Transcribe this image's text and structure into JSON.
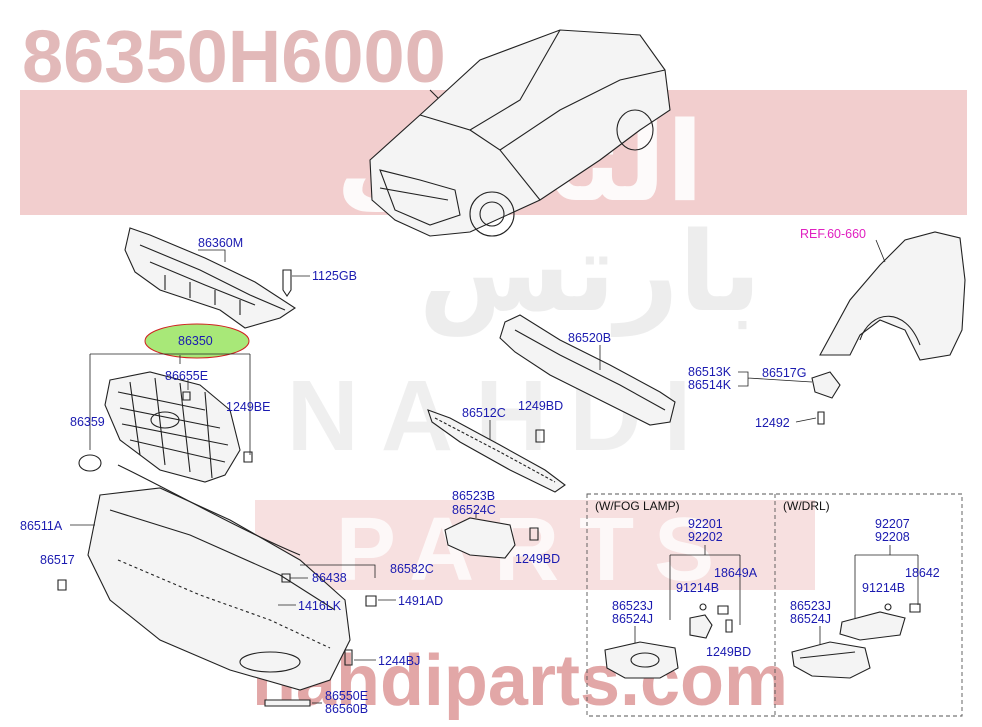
{
  "watermark": {
    "part_number": "86350H6000",
    "arabic_main": "التحدي",
    "arabic_sub": "بارتس",
    "latin_1": "NAHDI",
    "latin_2": "PARTS",
    "site": "nahdiparts.com"
  },
  "section_labels": {
    "fog_lamp": "(W/FOG LAMP)",
    "drl": "(W/DRL)"
  },
  "reference": "REF.60-660",
  "highlight_part": "86350",
  "parts": {
    "p86360M": "86360M",
    "p1125GB": "1125GB",
    "p86350": "86350",
    "p86655E": "86655E",
    "p86359": "86359",
    "p1249BE": "1249BE",
    "p86520B": "86520B",
    "p86512C": "86512C",
    "p1249BD_a": "1249BD",
    "p86513K": "86513K",
    "p86514K": "86514K",
    "p86517G": "86517G",
    "p12492": "12492",
    "p86511A": "86511A",
    "p86517": "86517",
    "p86438": "86438",
    "p86582C": "86582C",
    "p1416LK": "1416LK",
    "p1491AD": "1491AD",
    "p1244BJ": "1244BJ",
    "p86550E": "86550E",
    "p86560B": "86560B",
    "p86523B": "86523B",
    "p86524C": "86524C",
    "p1249BD_b": "1249BD",
    "p92201": "92201",
    "p92202": "92202",
    "p91214B_a": "91214B",
    "p18649A": "18649A",
    "p86523J_a": "86523J",
    "p86524J_a": "86524J",
    "p1249BD_c": "1249BD",
    "p92207": "92207",
    "p92208": "92208",
    "p91214B_b": "91214B",
    "p18642": "18642",
    "p86523J_b": "86523J",
    "p86524J_b": "86524J"
  },
  "colors": {
    "label_blue": "#1a1ab0",
    "ref_magenta": "#e020c0",
    "highlight_green": "#a8e878",
    "watermark_red": "#d98a8a"
  }
}
